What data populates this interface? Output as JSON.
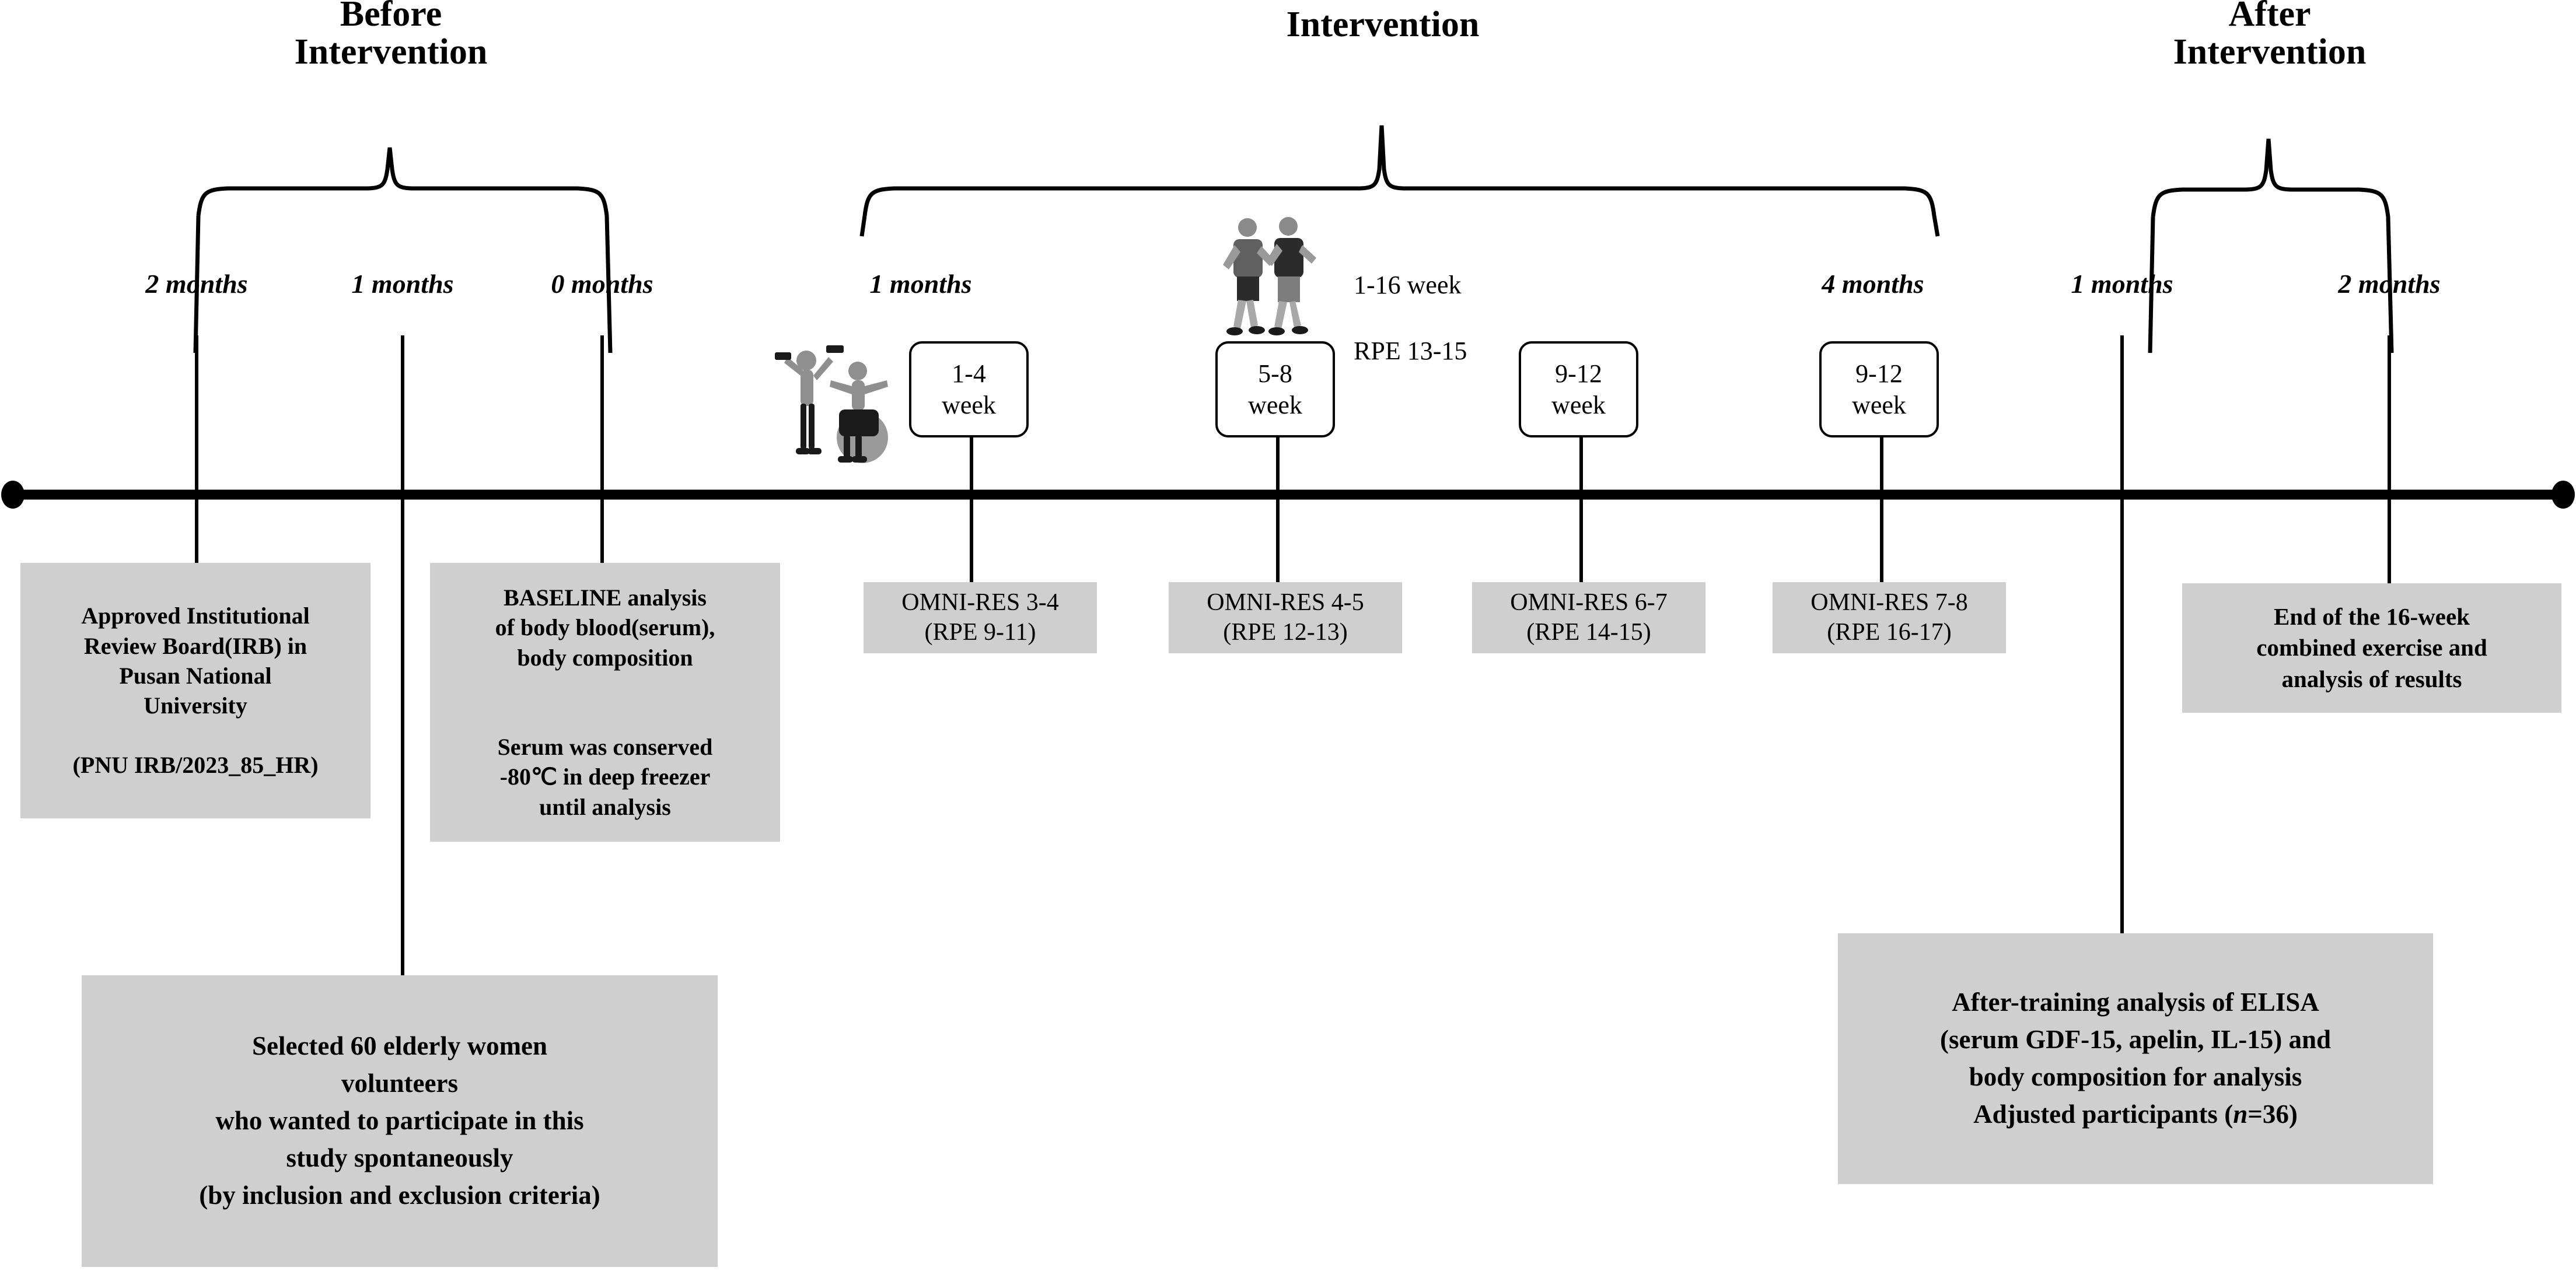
{
  "phases": [
    {
      "title": "Before\nIntervention"
    },
    {
      "title": "Intervention"
    },
    {
      "title": "After\nIntervention"
    }
  ],
  "timeline": {
    "months": [
      {
        "label": "2 months"
      },
      {
        "label": "1 months"
      },
      {
        "label": "0 months"
      },
      {
        "label": "1 months"
      },
      {
        "label": "4 months"
      },
      {
        "label": "1 months"
      },
      {
        "label": "2 months"
      }
    ]
  },
  "week_boxes": [
    {
      "range": "1-4",
      "unit": "week"
    },
    {
      "range": "5-8",
      "unit": "week"
    },
    {
      "range": "9-12",
      "unit": "week"
    },
    {
      "range": "9-12",
      "unit": "week"
    }
  ],
  "omni_boxes": [
    {
      "scale": "OMNI-RES 3-4",
      "rpe": "(RPE 9-11)"
    },
    {
      "scale": "OMNI-RES 4-5",
      "rpe": "(RPE 12-13)"
    },
    {
      "scale": "OMNI-RES 6-7",
      "rpe": "(RPE 14-15)"
    },
    {
      "scale": "OMNI-RES 7-8",
      "rpe": "(RPE 16-17)"
    }
  ],
  "aerobic_note": {
    "line1": "1-16 week",
    "line2": "RPE 13-15"
  },
  "info_boxes": {
    "irb": "Approved Institutional\nReview Board(IRB) in\nPusan National\nUniversity\n\n(PNU IRB/2023_85_HR)",
    "baseline": "BASELINE analysis\nof body blood(serum),\nbody composition\n\n\nSerum was conserved\n-80℃ in deep freezer\nuntil analysis",
    "recruitment": "Selected  60 elderly  women\nvolunteers\nwho wanted to participate in this\nstudy spontaneously\n(by inclusion  and exclusion  criteria)",
    "end_of_program": "End of the 16-week\ncombined exercise and\nanalysis of results",
    "after_training_lines": [
      "After-training analysis of ELISA",
      "(serum GDF-15, apelin, IL-15) and",
      "body composition for analysis"
    ],
    "after_training_last_prefix": "Adjusted  participants  (",
    "after_training_last_italic": "n",
    "after_training_last_suffix": "=36)"
  },
  "icons": {
    "resistance": "resistance-exercise-icon",
    "aerobic": "walking-exercise-icon"
  },
  "colors": {
    "box_gray": "#cfcfcf",
    "line_black": "#000000",
    "page_background": "#ffffff"
  }
}
